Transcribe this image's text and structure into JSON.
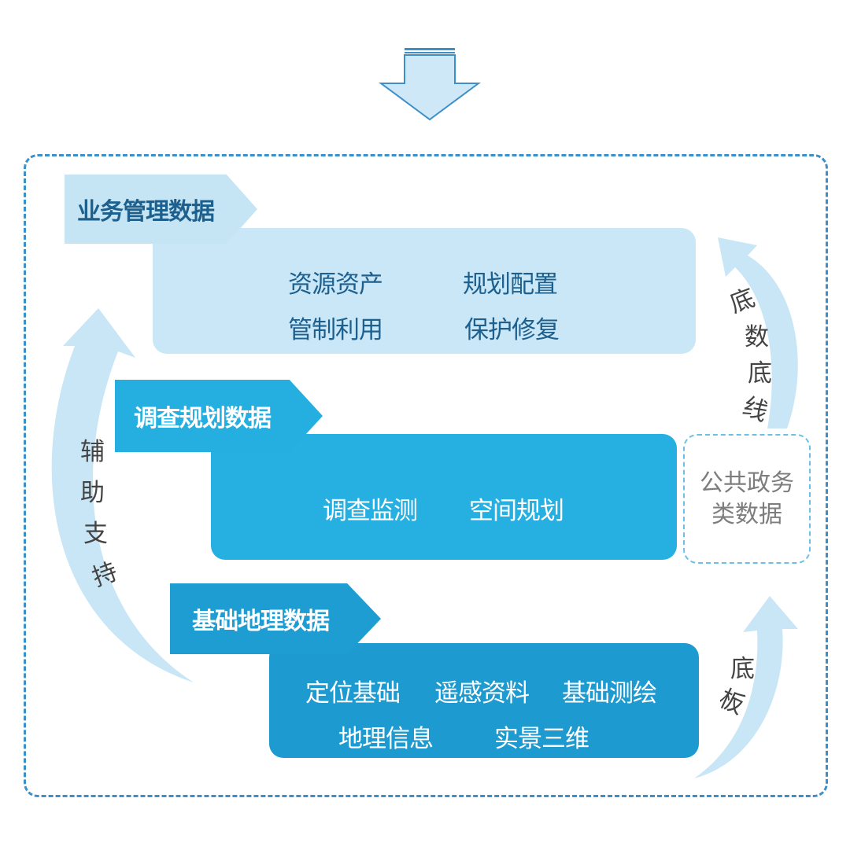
{
  "colors": {
    "frame": "#3d8fc9",
    "light": "#c9e7f7",
    "mid": "#26afe1",
    "dark": "#1d9ad0",
    "arrow": "#c8e6f6"
  },
  "layers": [
    {
      "tag": "业务管理数据",
      "items": [
        "资源资产",
        "规划配置",
        "管制利用",
        "保护修复"
      ]
    },
    {
      "tag": "调查规划数据",
      "items": [
        "调查监测",
        "空间规划"
      ]
    },
    {
      "tag": "基础地理数据",
      "items": [
        "定位基础",
        "遥感资料",
        "基础测绘",
        "地理信息",
        "实景三维"
      ]
    }
  ],
  "public_box": {
    "line1": "公共政务",
    "line2": "类数据"
  },
  "left_arrow_chars": [
    "辅",
    "助",
    "支",
    "持"
  ],
  "right_top_arrow_chars": [
    "底",
    "数",
    "底",
    "线"
  ],
  "right_bottom_arrow_chars": [
    "底",
    "板"
  ]
}
